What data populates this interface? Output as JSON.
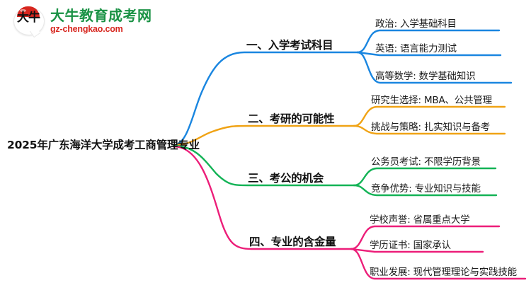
{
  "logo": {
    "mark_text": "大牛",
    "icon_name": "speech-bubble-logo",
    "name_cn": "大牛教育成考网",
    "domain": "gz-chengkao.com"
  },
  "mindmap": {
    "center": {
      "label": "2025年广东海洋大学成考工商管理专业"
    },
    "branches": [
      {
        "label": "一、入学考试科目",
        "color": "#1a86e0",
        "children": [
          {
            "label": "政治: 入学基础科目"
          },
          {
            "label": "英语: 语言能力测试"
          },
          {
            "label": "高等数学: 数学基础知识"
          }
        ]
      },
      {
        "label": "二、考研的可能性",
        "color": "#f0a315",
        "children": [
          {
            "label": "研究生选择: MBA、公共管理"
          },
          {
            "label": "挑战与策略: 扎实知识与备考"
          }
        ]
      },
      {
        "label": "三、考公的机会",
        "color": "#13b356",
        "children": [
          {
            "label": "公务员考试: 不限学历背景"
          },
          {
            "label": "竞争优势: 专业知识与技能"
          }
        ]
      },
      {
        "label": "四、专业的含金量",
        "color": "#ec1e79",
        "children": [
          {
            "label": "学校声誉: 省属重点大学"
          },
          {
            "label": "学历证书: 国家承认"
          },
          {
            "label": "职业发展: 现代管理理论与实践技能"
          }
        ]
      }
    ]
  }
}
